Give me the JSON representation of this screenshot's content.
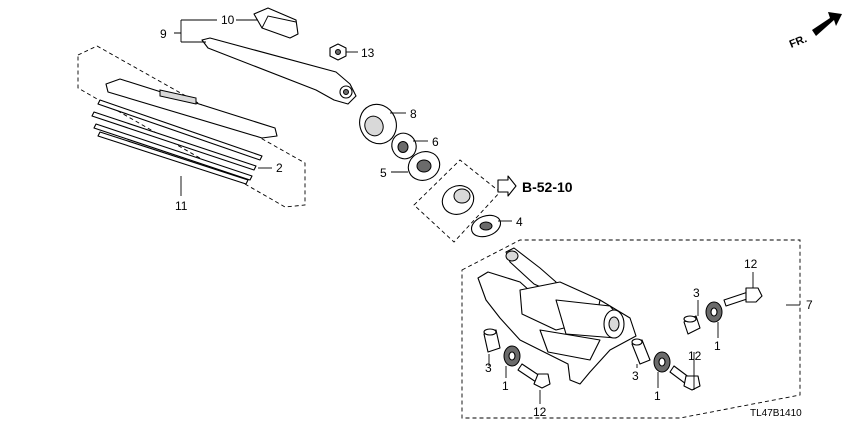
{
  "diagram": {
    "direction_marker": "FR.",
    "reference": "B-52-10",
    "drawing_code": "TL47B1410",
    "callouts": {
      "c1a": "1",
      "c1b": "1",
      "c1c": "1",
      "c2": "2",
      "c3a": "3",
      "c3b": "3",
      "c3c": "3",
      "c4": "4",
      "c5": "5",
      "c6": "6",
      "c7": "7",
      "c8": "8",
      "c9": "9",
      "c10": "10",
      "c11": "11",
      "c12a": "12",
      "c12b": "12",
      "c12c": "12",
      "c13": "13"
    }
  }
}
